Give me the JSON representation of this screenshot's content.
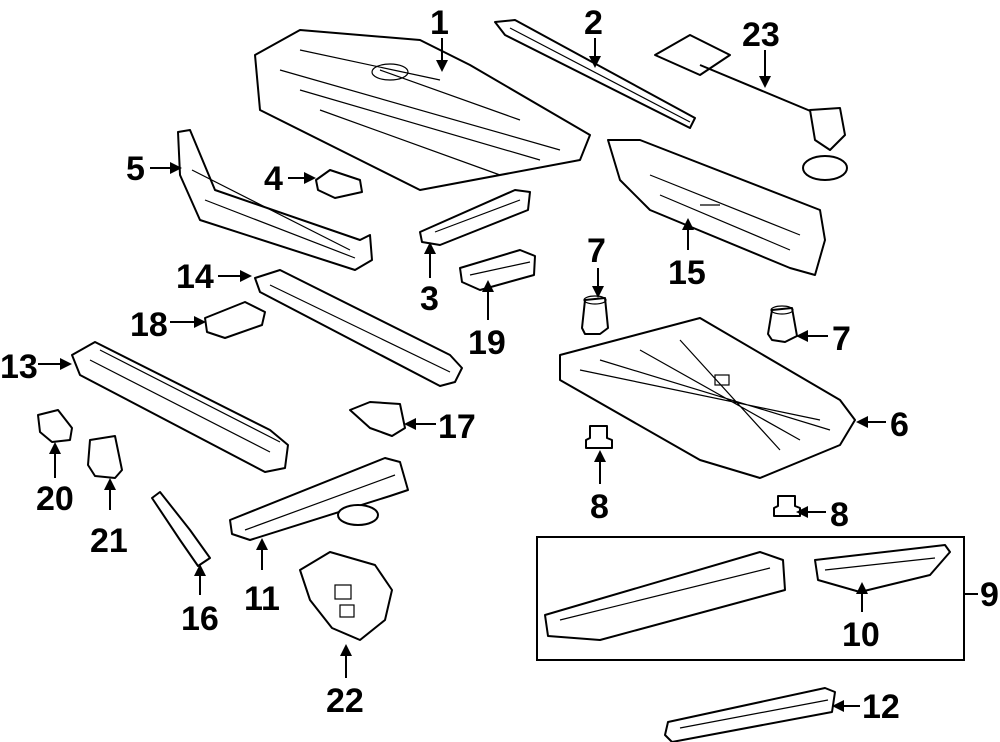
{
  "callouts": {
    "c1": "1",
    "c2": "2",
    "c3": "3",
    "c4": "4",
    "c5": "5",
    "c6": "6",
    "c7a": "7",
    "c7b": "7",
    "c8a": "8",
    "c8b": "8",
    "c9": "9",
    "c10": "10",
    "c11": "11",
    "c12": "12",
    "c13": "13",
    "c14": "14",
    "c15": "15",
    "c16": "16",
    "c17": "17",
    "c18": "18",
    "c19": "19",
    "c20": "20",
    "c21": "21",
    "c22": "22",
    "c23": "23"
  }
}
